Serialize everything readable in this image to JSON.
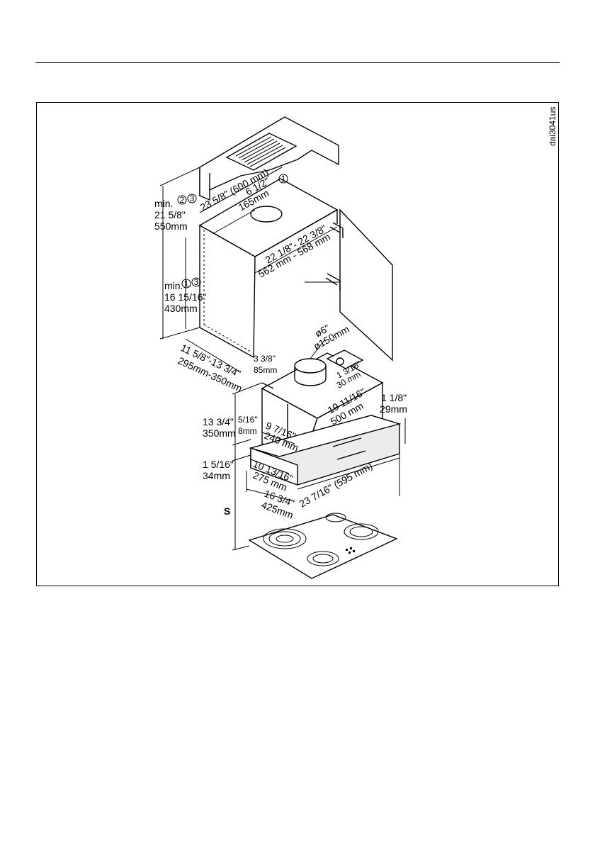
{
  "diagram_id": "dai3041us",
  "dimensions": {
    "width_top": "23 5/8\" (600 mm)",
    "duct_offset_in": "6 1/2\"",
    "duct_offset_mm": "165mm",
    "ref_1": "1",
    "ref_2": "2",
    "ref_3": "3",
    "min_label": "min.",
    "upper_height_in": "21 5/8\"",
    "upper_height_mm": "550mm",
    "cabinet_height_in": "16 15/16\"",
    "cabinet_height_mm": "430mm",
    "inner_width_in": "22 1/8\"- 22 3/8\"",
    "inner_width_mm": "562 mm - 568 mm",
    "depth_in": "11 5/8\"-13 3/4\"",
    "depth_mm": "295mm-350mm",
    "duct_dia_in": "ø6\"",
    "duct_dia_mm": "ø150mm",
    "duct_setback_in": "3 3/8\"",
    "duct_setback_mm": "85mm",
    "box_offset_in": "1 3/16\"",
    "box_offset_mm": "30 mm",
    "box_width_in": "19 11/16\"",
    "box_width_mm": "500 mm",
    "front_thick_in": "1 1/8\"",
    "front_thick_mm": "29mm",
    "hood_height_in": "13 3/4\"",
    "hood_height_mm": "350mm",
    "front_gap_in": "5/16\"",
    "front_gap_mm": "8mm",
    "box_depth_in": "9 7/16\"",
    "box_depth_mm": "240 mm",
    "visor_height_in": "1 5/16\"",
    "visor_height_mm": "34mm",
    "visor_depth_in": "10 13/16\"",
    "visor_depth_mm": "275 mm",
    "hood_depth_in": "16 3/4\"",
    "hood_depth_mm": "425mm",
    "hood_width": "23 7/16\" (595 mm)",
    "clearance_symbol": "S"
  }
}
